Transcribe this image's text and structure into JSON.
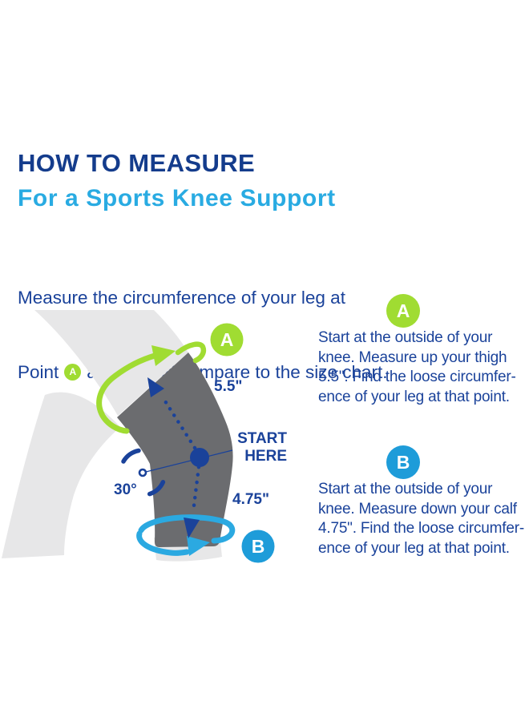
{
  "header": {
    "title": "HOW TO MEASURE",
    "subtitle": "For a Sports Knee Support",
    "intro_line1": "Measure the circumference of your leg at",
    "intro_point": "Point",
    "intro_and1": "and",
    "intro_rest": "and compare to the size chart."
  },
  "badges": {
    "a": "A",
    "b": "B"
  },
  "diagram": {
    "thigh_measure": "5.5\"",
    "start_line1": "START",
    "start_line2": "HERE",
    "calf_measure": "4.75\"",
    "angle": "30°",
    "badge_a": "A",
    "badge_b": "B"
  },
  "sections": {
    "a": {
      "badge": "A",
      "text": "Start at the outside of your\nknee. Measure up your thigh\n5.5\". Find the loose circumfer-\nence of your leg at that point."
    },
    "b": {
      "badge": "B",
      "text": "Start at the outside of your\nknee. Measure down your calf\n4.75\". Find the loose circumfer-\nence of your leg at that point."
    }
  },
  "colors": {
    "navy": "#1A429A",
    "title_navy": "#143C8C",
    "light_blue": "#29ABE2",
    "green": "#A0DC32",
    "badge_blue": "#1E9CD9",
    "arrow_blue": "#2BA9E1",
    "sleeve_gray": "#6B6C6F",
    "leg_gray": "#E7E7E8"
  }
}
